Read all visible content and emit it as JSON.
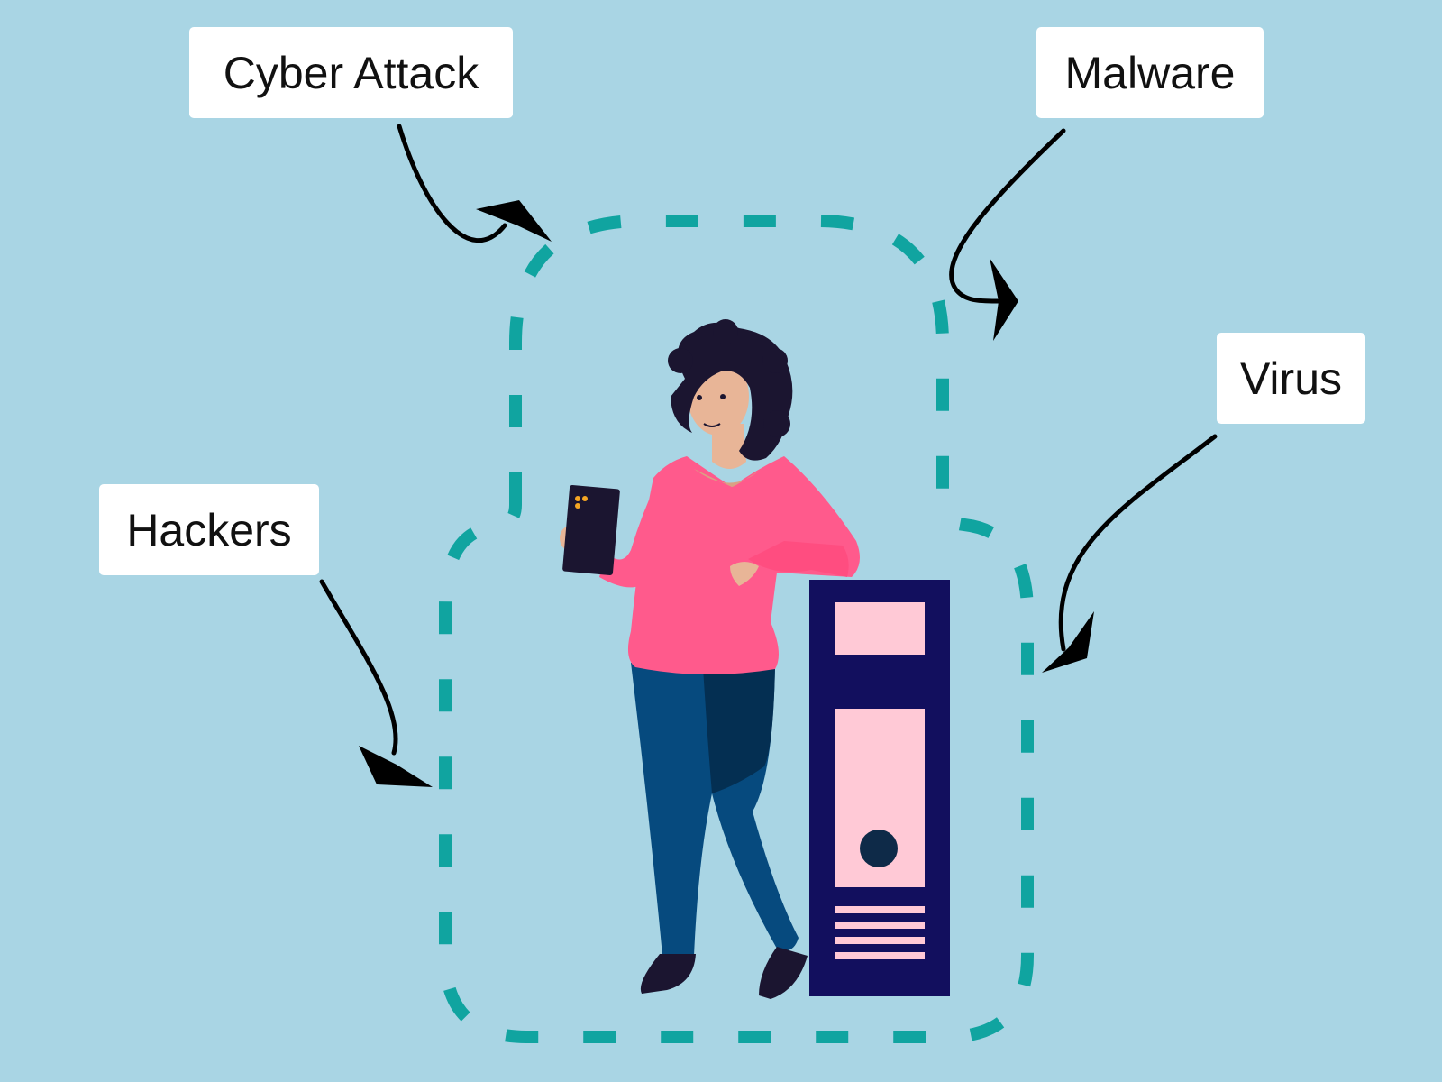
{
  "labels": {
    "cyber_attack": "Cyber Attack",
    "malware": "Malware",
    "virus": "Virus",
    "hackers": "Hackers"
  },
  "colors": {
    "background": "#a9d5e4",
    "shield_dash": "#10a4a0",
    "arrow": "#000000",
    "label_bg": "#ffffff",
    "sweater": "#ff5a8c",
    "jeans": "#064a7e",
    "server_body": "#120f5e",
    "server_panel": "#ffc9d6",
    "hair": "#1b1530",
    "skin": "#e8b597"
  },
  "icons": {
    "shield": "dashed-shield-outline",
    "person": "woman-holding-phone",
    "server": "server-tower-icon"
  }
}
